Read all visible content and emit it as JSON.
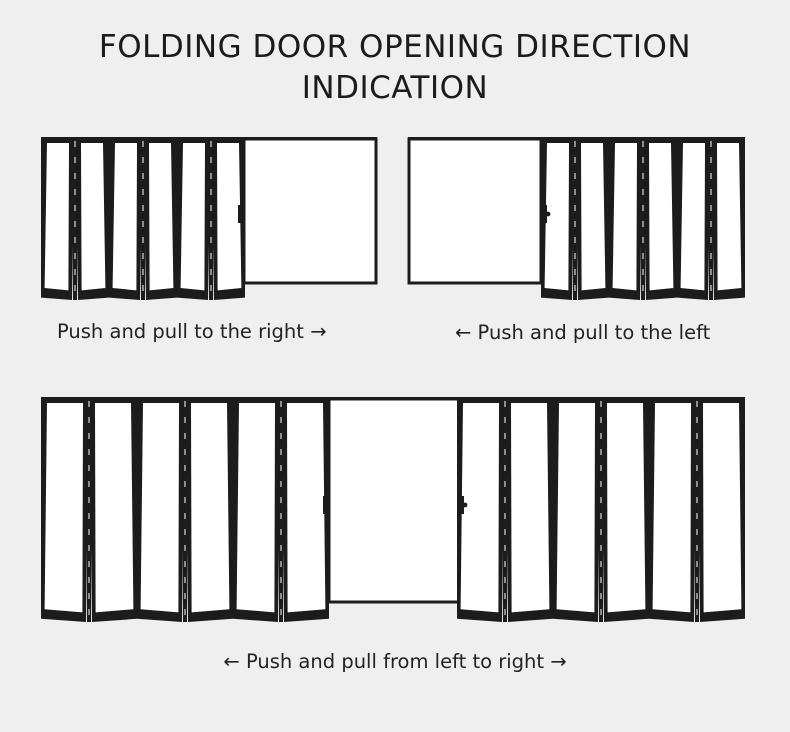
{
  "title": {
    "line1": "FOLDING DOOR OPENING DIRECTION",
    "line2": "INDICATION"
  },
  "captions": {
    "push_right": "Push and pull to the right →",
    "push_left": "← Push and pull to the left",
    "push_both": "← Push and pull from left to right →"
  },
  "colors": {
    "background": "#efefef",
    "frame": "#1c1c1c",
    "glass": "#ffffff",
    "hinge": "#d9d9d9"
  }
}
